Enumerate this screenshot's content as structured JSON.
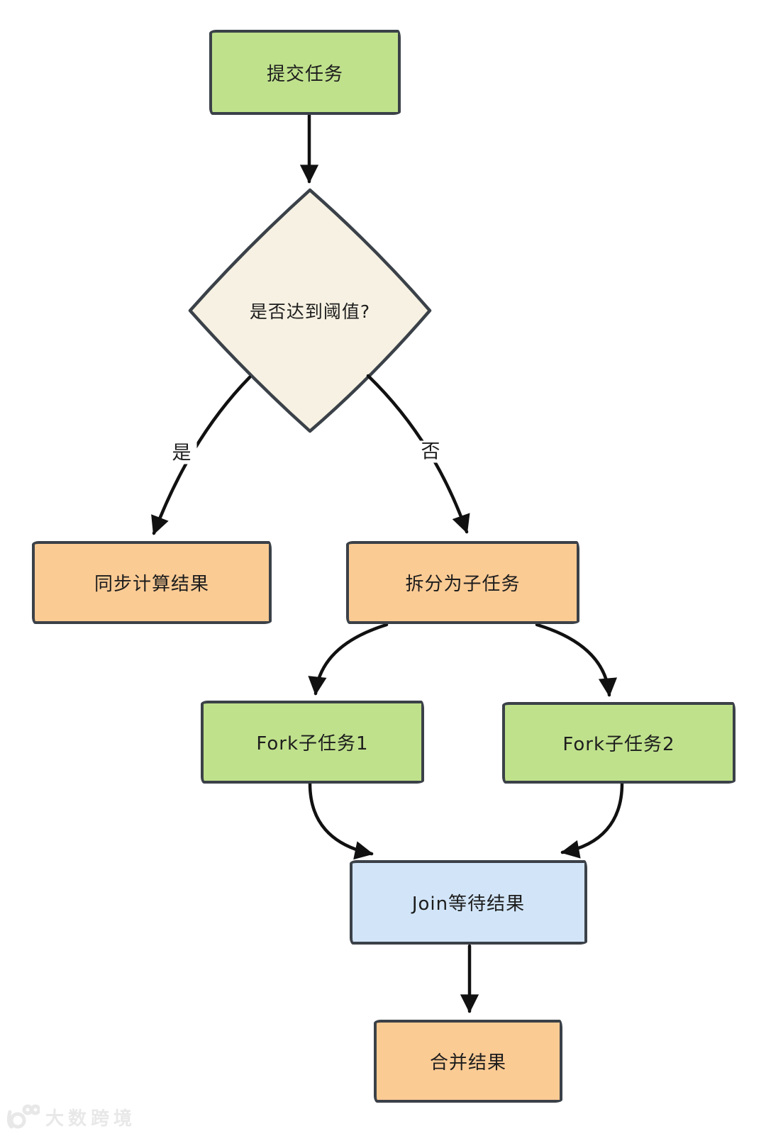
{
  "nodes": {
    "submit": {
      "label": "提交任务",
      "fill": "#bfe18c",
      "shape": "rect"
    },
    "decision": {
      "label": "是否达到阈值?",
      "fill": "#f6f1e2",
      "shape": "diamond"
    },
    "sync": {
      "label": "同步计算结果",
      "fill": "#fbcb94",
      "shape": "rect"
    },
    "split": {
      "label": "拆分为子任务",
      "fill": "#fbcb94",
      "shape": "rect"
    },
    "fork1": {
      "label": "Fork子任务1",
      "fill": "#bfe18c",
      "shape": "rect"
    },
    "fork2": {
      "label": "Fork子任务2",
      "fill": "#bfe18c",
      "shape": "rect"
    },
    "join": {
      "label": "Join等待结果",
      "fill": "#d2e5f8",
      "shape": "rect"
    },
    "merge": {
      "label": "合并结果",
      "fill": "#fbcb94",
      "shape": "rect"
    }
  },
  "edges": {
    "yes": {
      "label": "是",
      "from": "decision",
      "to": "sync"
    },
    "no": {
      "label": "否",
      "from": "decision",
      "to": "split"
    }
  },
  "watermark": {
    "brand": "大数跨境"
  },
  "style": {
    "node_border_color": "#3b4148",
    "arrow_color": "#111111",
    "background": "#ffffff",
    "text_color": "#1d1d1d",
    "watermark_color": "#e8e8e8"
  }
}
